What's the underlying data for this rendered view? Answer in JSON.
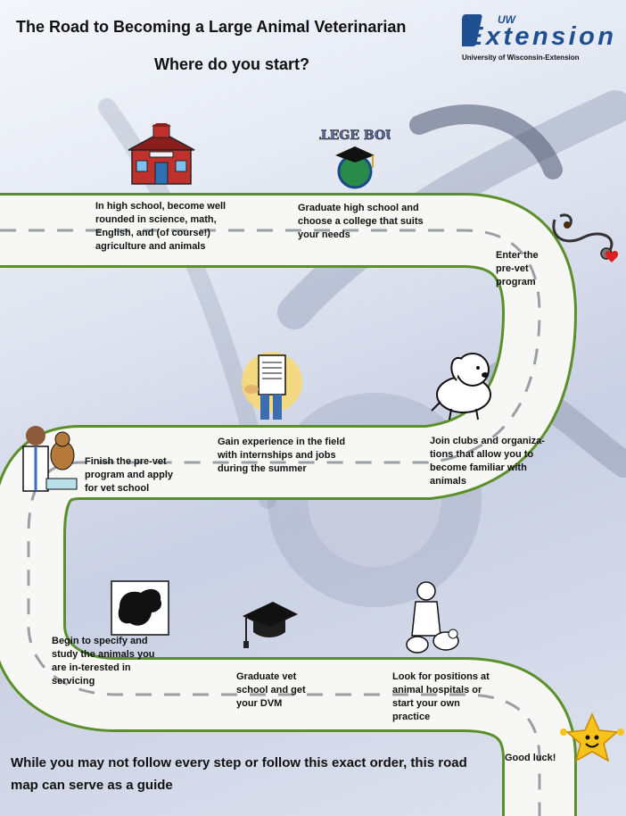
{
  "header": {
    "title": "The Road to Becoming a Large Animal Veterinarian",
    "subtitle": "Where do you start?"
  },
  "logo": {
    "uw": "UW",
    "name": "Extension",
    "tagline": "University of Wisconsin-Extension"
  },
  "steps": [
    {
      "text": "In high school, become well rounded in science, math, English, and (of course!) agriculture and animals",
      "icon": "schoolhouse-icon"
    },
    {
      "text": "Graduate high school and choose a college that suits your needs",
      "icon": "college-bound-icon",
      "icon_label": "COLLEGE BOUND"
    },
    {
      "text": "Enter the pre-vet program",
      "icon": "stethoscope-icon"
    },
    {
      "text": "Join clubs and organiza-tions that allow you to become familiar with animals",
      "icon": "dog-icon"
    },
    {
      "text": "Gain experience in the field with internships and jobs during the summer",
      "icon": "person-with-paper-icon"
    },
    {
      "text": "Finish the pre-vet program and apply for vet school",
      "icon": "vet-with-dog-icon"
    },
    {
      "text": "Begin to specify and study the animals you are in-terested in servicing",
      "icon": "cow-icon"
    },
    {
      "text": "Graduate vet school and get your DVM",
      "icon": "graduation-cap-icon"
    },
    {
      "text": "Look for positions at animal hospitals or start your own practice",
      "icon": "vet-with-animals-icon"
    },
    {
      "text": "Good luck!",
      "icon": "star-icon"
    }
  ],
  "footer": "While you may not follow every step or follow this exact order, this road map can serve as a guide",
  "colors": {
    "road": "#f7f8f5",
    "road_edge": "#5b8f2a",
    "center_line": "#9a9fa6",
    "logo_blue": "#1d4f91"
  }
}
